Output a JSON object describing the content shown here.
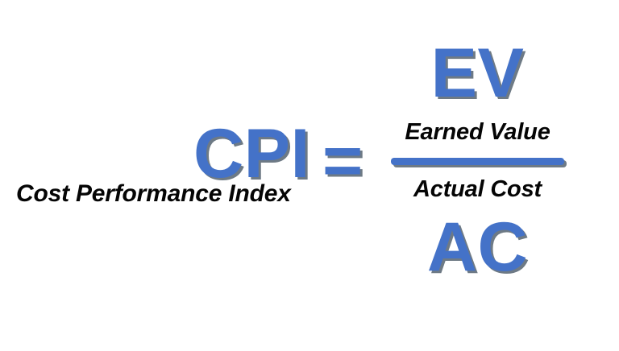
{
  "figure": {
    "type": "formula-diagram",
    "title": "Cost Performance Index formula",
    "background_color": "#ffffff",
    "accent_color": "#4472c8",
    "shadow_color": "#6e7a85",
    "caption_color": "#050505"
  },
  "left": {
    "symbol": "CPI",
    "caption": "Cost Performance Index"
  },
  "operator": {
    "equals": "="
  },
  "fraction": {
    "numerator": {
      "symbol": "EV",
      "caption": "Earned Value"
    },
    "denominator": {
      "symbol": "AC",
      "caption": "Actual Cost"
    },
    "bar": "fraction-bar"
  }
}
